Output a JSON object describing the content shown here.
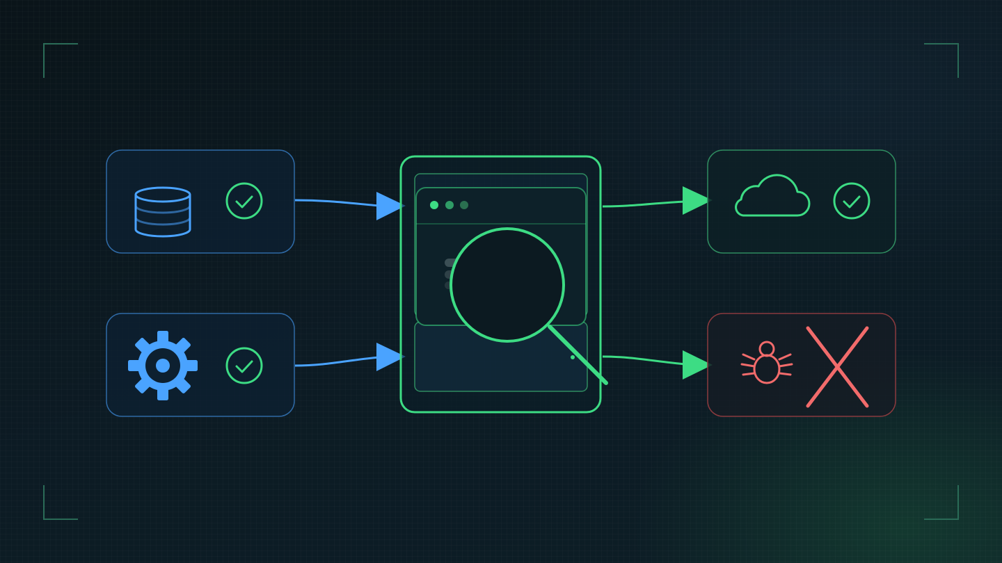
{
  "colors": {
    "background": "#0b1820",
    "blue_accent": "#4aa3ff",
    "green_accent": "#3ddc84",
    "red_accent": "#f26b6b",
    "blue_border": "#2f6aa6",
    "green_border": "#2f8c60",
    "red_border": "#8a3a3e",
    "panel_fill": "#0d1f2b",
    "corner_mark": "#2a6b57"
  },
  "nodes": {
    "database": {
      "icon": "database-icon",
      "status": "check-circle-icon",
      "accent": "blue"
    },
    "settings": {
      "icon": "gear-icon",
      "status": "check-circle-icon",
      "accent": "blue"
    },
    "inspector": {
      "icon": "magnifier-icon",
      "window": "browser-window-icon",
      "accent": "green"
    },
    "cloud": {
      "icon": "cloud-icon",
      "status": "check-circle-icon",
      "accent": "green"
    },
    "bug": {
      "icon": "bug-icon",
      "status": "x-mark-icon",
      "accent": "red"
    }
  },
  "connections": [
    {
      "from": "database",
      "to": "inspector",
      "color": "blue"
    },
    {
      "from": "settings",
      "to": "inspector",
      "color": "blue"
    },
    {
      "from": "inspector",
      "to": "cloud",
      "color": "green"
    },
    {
      "from": "inspector",
      "to": "bug",
      "color": "green"
    }
  ]
}
